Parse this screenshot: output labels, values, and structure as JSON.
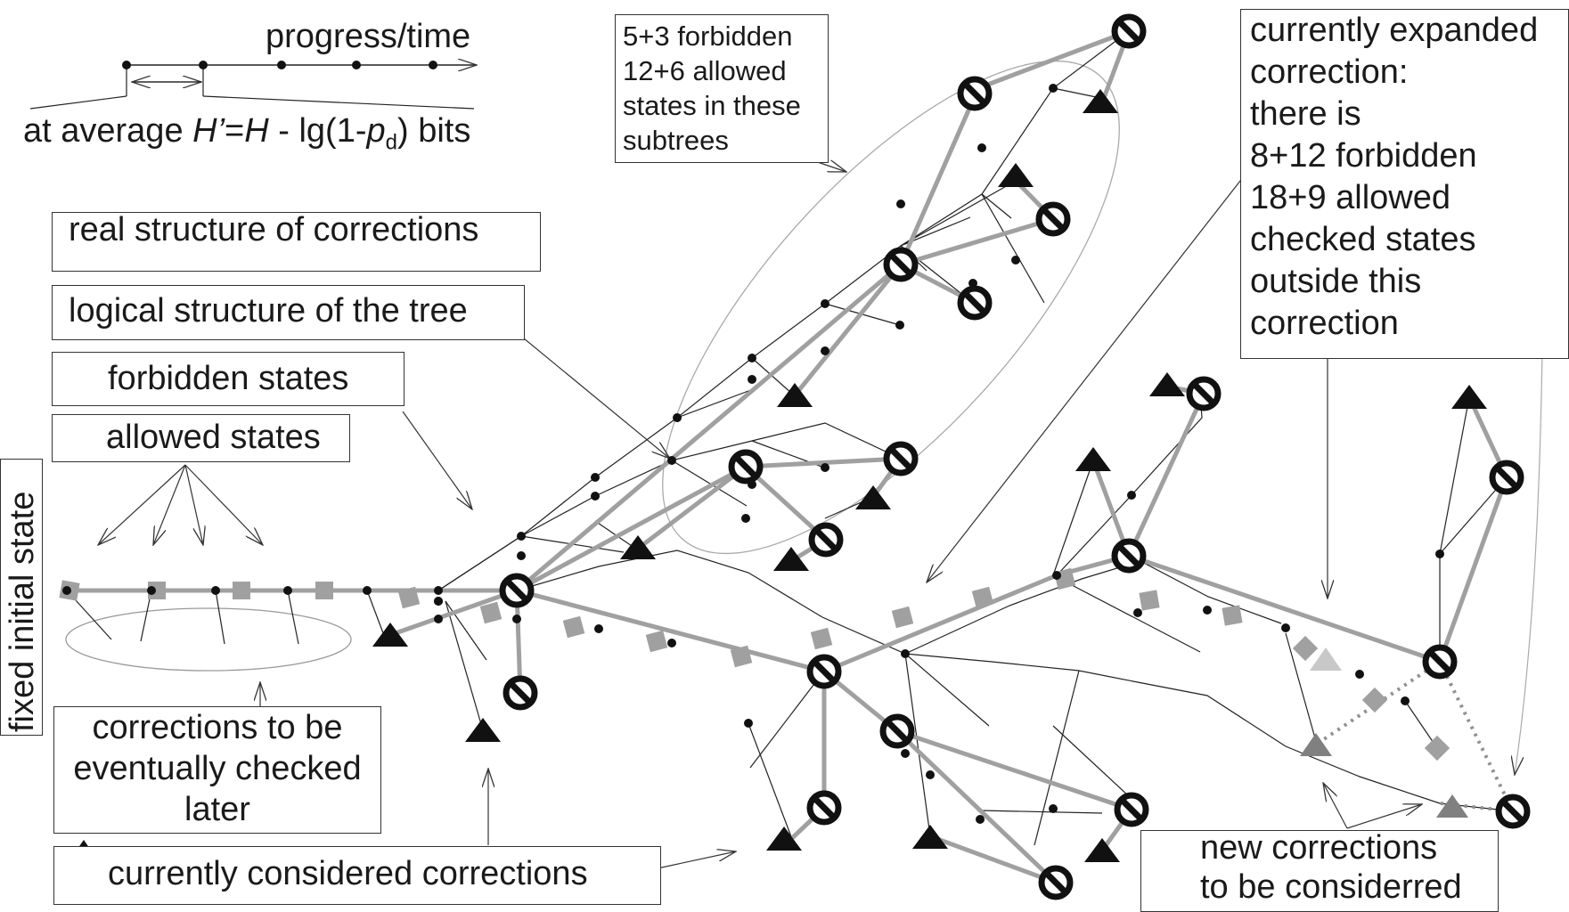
{
  "timeline": {
    "title": "progress/time",
    "caption_parts": [
      "at average ",
      "H’",
      "=",
      "H",
      " - lg(1-",
      "p",
      "d",
      ") bits"
    ]
  },
  "legend": {
    "real_structure": "real structure of corrections",
    "logical_structure": "logical structure of the tree",
    "forbidden": "forbidden states",
    "allowed": "allowed states",
    "fixed_initial": "fixed initial state",
    "eventual": [
      "corrections to be",
      "eventually checked",
      "later"
    ],
    "current": "currently considered corrections"
  },
  "subtree_note": [
    "5+3 forbidden",
    "12+6 allowed",
    "states in these",
    "subtrees"
  ],
  "expanded_note": [
    "currently expanded",
    "correction:",
    "there is",
    "8+12 forbidden",
    "18+9 allowed",
    "checked states",
    "outside this",
    "correction"
  ],
  "new_note": [
    "new corrections",
    "to be considerred"
  ],
  "colors": {
    "dark": "#1a1a1a",
    "gray": "#a0a0a0",
    "light": "#c8c8c8",
    "mid": "#808080"
  }
}
